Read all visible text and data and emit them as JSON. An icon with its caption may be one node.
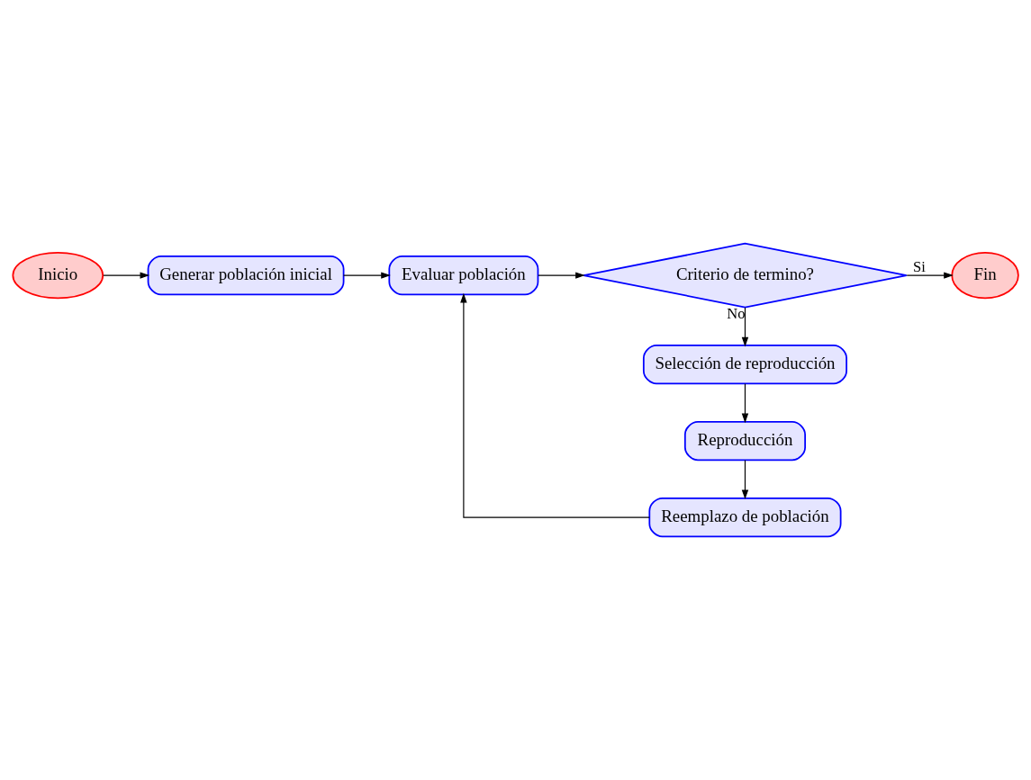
{
  "diagram": {
    "nodes": [
      {
        "text": [
          "Inicio"
        ]
      },
      {
        "text": [
          "Generar población inicial"
        ]
      },
      {
        "text": [
          "Evaluar población"
        ]
      },
      {
        "text": [
          "Criterio de termino?"
        ]
      },
      {
        "text": [
          "Fin"
        ]
      },
      {
        "text": [
          "Selección de reproducción"
        ]
      },
      {
        "text": [
          "Reproducción"
        ]
      },
      {
        "text": [
          "Reemplazo de población"
        ]
      }
    ],
    "edges": [
      {
        "from": 0,
        "to": 1,
        "arrow": "to"
      },
      {
        "from": 1,
        "to": 2,
        "arrow": "to"
      },
      {
        "from": 2,
        "to": 3,
        "arrow": "to"
      },
      {
        "from": 3,
        "to": 4,
        "arrow": "to",
        "label": "Si"
      },
      {
        "from": 3,
        "to": 5,
        "arrow": "to",
        "label": "No"
      },
      {
        "from": 5,
        "to": 6,
        "arrow": "to"
      },
      {
        "from": 6,
        "to": 7,
        "arrow": "to"
      },
      {
        "from": 7,
        "to": 2,
        "arrow": "to"
      }
    ]
  }
}
